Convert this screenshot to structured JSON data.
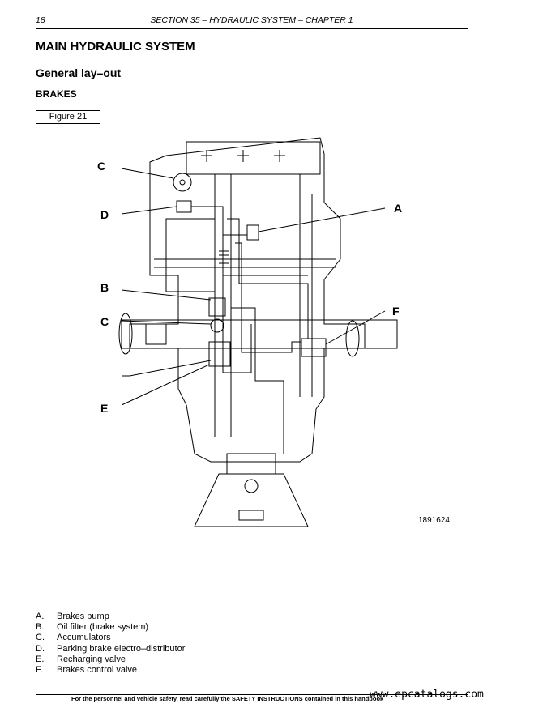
{
  "header": {
    "page_number": "18",
    "section_title": "SECTION 35 – HYDRAULIC SYSTEM – CHAPTER 1"
  },
  "main_title": "MAIN HYDRAULIC SYSTEM",
  "sub_title": "General lay–out",
  "group_title": "BRAKES",
  "figure_label": "Figure 21",
  "figure_code": "1891624",
  "callouts": {
    "c_top": "C",
    "d": "D",
    "a": "A",
    "b": "B",
    "c_mid": "C",
    "f": "F",
    "e": "E"
  },
  "legend": [
    {
      "letter": "A.",
      "text": "Brakes pump"
    },
    {
      "letter": "B.",
      "text": "Oil filter (brake system)"
    },
    {
      "letter": "C.",
      "text": "Accumulators"
    },
    {
      "letter": "D.",
      "text": "Parking brake electro–distributor"
    },
    {
      "letter": "E.",
      "text": "Recharging valve"
    },
    {
      "letter": "F.",
      "text": "Brakes control valve"
    }
  ],
  "footer": "For the personnel and vehicle safety, read carefully the SAFETY INSTRUCTIONS contained in this handbook",
  "watermark": "www.epcatalogs.com"
}
